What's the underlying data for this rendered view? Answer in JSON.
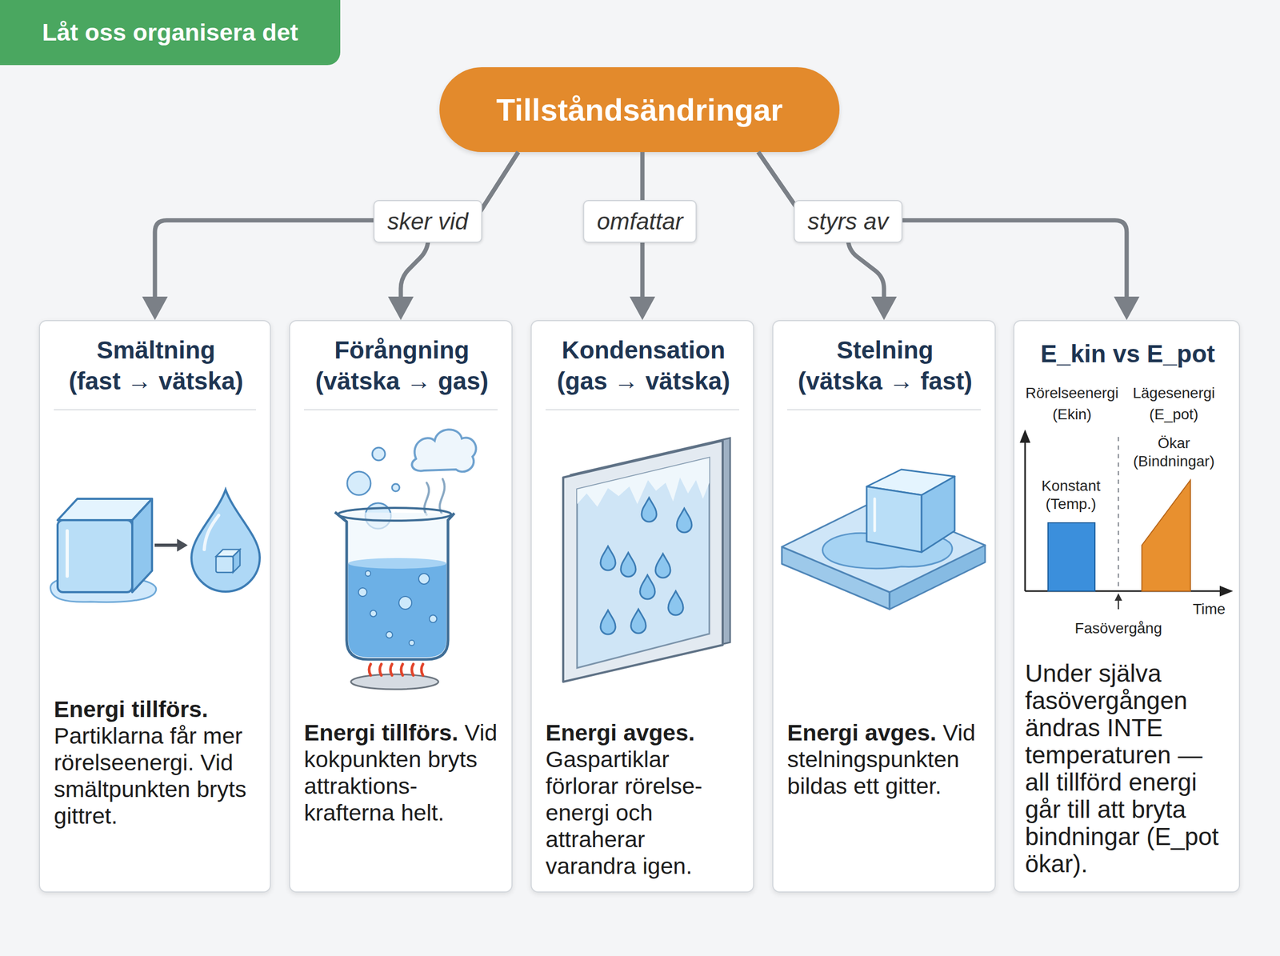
{
  "diagram": {
    "nodes": [
      {
        "text": [
          "Låt oss organisera det"
        ]
      },
      {
        "text": [
          "Tillståndsändringar"
        ]
      },
      {
        "text": [
          "Smältning",
          "(fast → vätska)",
          "Energi tillförs.",
          "Partiklarna får mer rörelseenergi. Vid smältpunkten bryts gittret."
        ]
      },
      {
        "text": [
          "Förångning",
          "(vätska → gas)",
          "Energi tillförs.",
          "Vid kokpunkten bryts attraktions-krafterna helt."
        ]
      },
      {
        "text": [
          "Kondensation",
          "(gas → vätska)",
          "Energi avges.",
          "Gaspartiklar förlorar rörelse-energi och attraherar varandra igen."
        ]
      },
      {
        "text": [
          "Stelning",
          "(vätska → fast)",
          "Energi avges.",
          "Vid stelningspunkten bildas ett gitter."
        ]
      },
      {
        "text": [
          "E_kin vs E_pot",
          "Under själva fasövergången ändras INTE temperaturen — all tillförd energi går till att bryta bindningar (E_pot ökar)."
        ]
      }
    ],
    "edges": [
      {
        "from": 1,
        "to": 2,
        "arrow": "to",
        "label": "sker vid"
      },
      {
        "from": 1,
        "to": 3,
        "arrow": "to"
      },
      {
        "from": 1,
        "to": 4,
        "arrow": "to",
        "label": "omfattar"
      },
      {
        "from": 1,
        "to": 5,
        "arrow": "to",
        "label": "styrs av"
      },
      {
        "from": 1,
        "to": 6,
        "arrow": "to"
      }
    ],
    "labels": [
      "Rörelseenergi",
      "(Ekin)",
      "Lägesenergi",
      "(E_pot)",
      "Konstant (Temp.)",
      "Ökar (Bindningar)",
      "Time",
      "Fasövergång"
    ]
  }
}
